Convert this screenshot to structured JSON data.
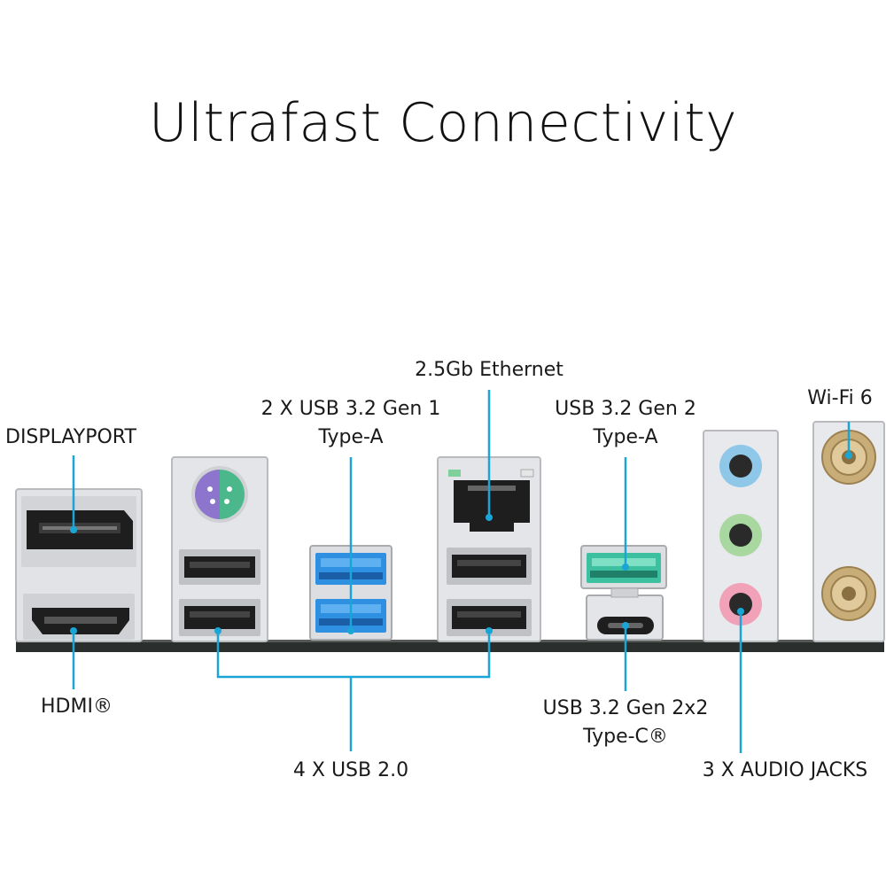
{
  "title": "Ultrafast Connectivity",
  "colors": {
    "callout_line": "#19a6d6",
    "usb3_blue": "#2f8fe0",
    "usb32_teal": "#3cc0a0",
    "ps2_purple": "#8d74cc",
    "ps2_green": "#4ab88a",
    "audio_blue": "#8fc7e8",
    "audio_green": "#a8d8a0",
    "audio_pink": "#f2a2b8",
    "panel_silver": "#e4e5e8",
    "port_black": "#1e1e1e",
    "board_dark": "#2a2e2c",
    "antenna_gold": "#c9ad78"
  },
  "labels": {
    "displayport": "DISPLAYPORT",
    "hdmi": "HDMI®",
    "usb32_gen1_line1": "2 X USB 3.2 Gen 1",
    "usb32_gen1_line2": "Type-A",
    "ethernet": "2.5Gb Ethernet",
    "usb32_gen2_line1": "USB 3.2 Gen 2",
    "usb32_gen2_line2": "Type-A",
    "wifi": "Wi-Fi 6",
    "usb20": "4 X USB 2.0",
    "usb32_gen2x2_line1": "USB 3.2 Gen 2x2",
    "usb32_gen2x2_line2": "Type-C®",
    "audio": "3 X AUDIO JACKS"
  },
  "ports": [
    {
      "name": "displayport",
      "icon": "displayport-connector-icon"
    },
    {
      "name": "hdmi",
      "icon": "hdmi-connector-icon"
    },
    {
      "name": "ps2",
      "icon": "ps2-combo-port-icon"
    },
    {
      "name": "usb-2-0",
      "icon": "usb-a-port-icon"
    },
    {
      "name": "usb-3-2-gen1",
      "icon": "usb-a-blue-port-icon"
    },
    {
      "name": "ethernet",
      "icon": "rj45-port-icon"
    },
    {
      "name": "usb-3-2-gen2",
      "icon": "usb-a-teal-port-icon"
    },
    {
      "name": "usb-c",
      "icon": "usb-c-port-icon"
    },
    {
      "name": "audio",
      "icon": "audio-jack-icon"
    },
    {
      "name": "wifi",
      "icon": "antenna-connector-icon"
    }
  ]
}
